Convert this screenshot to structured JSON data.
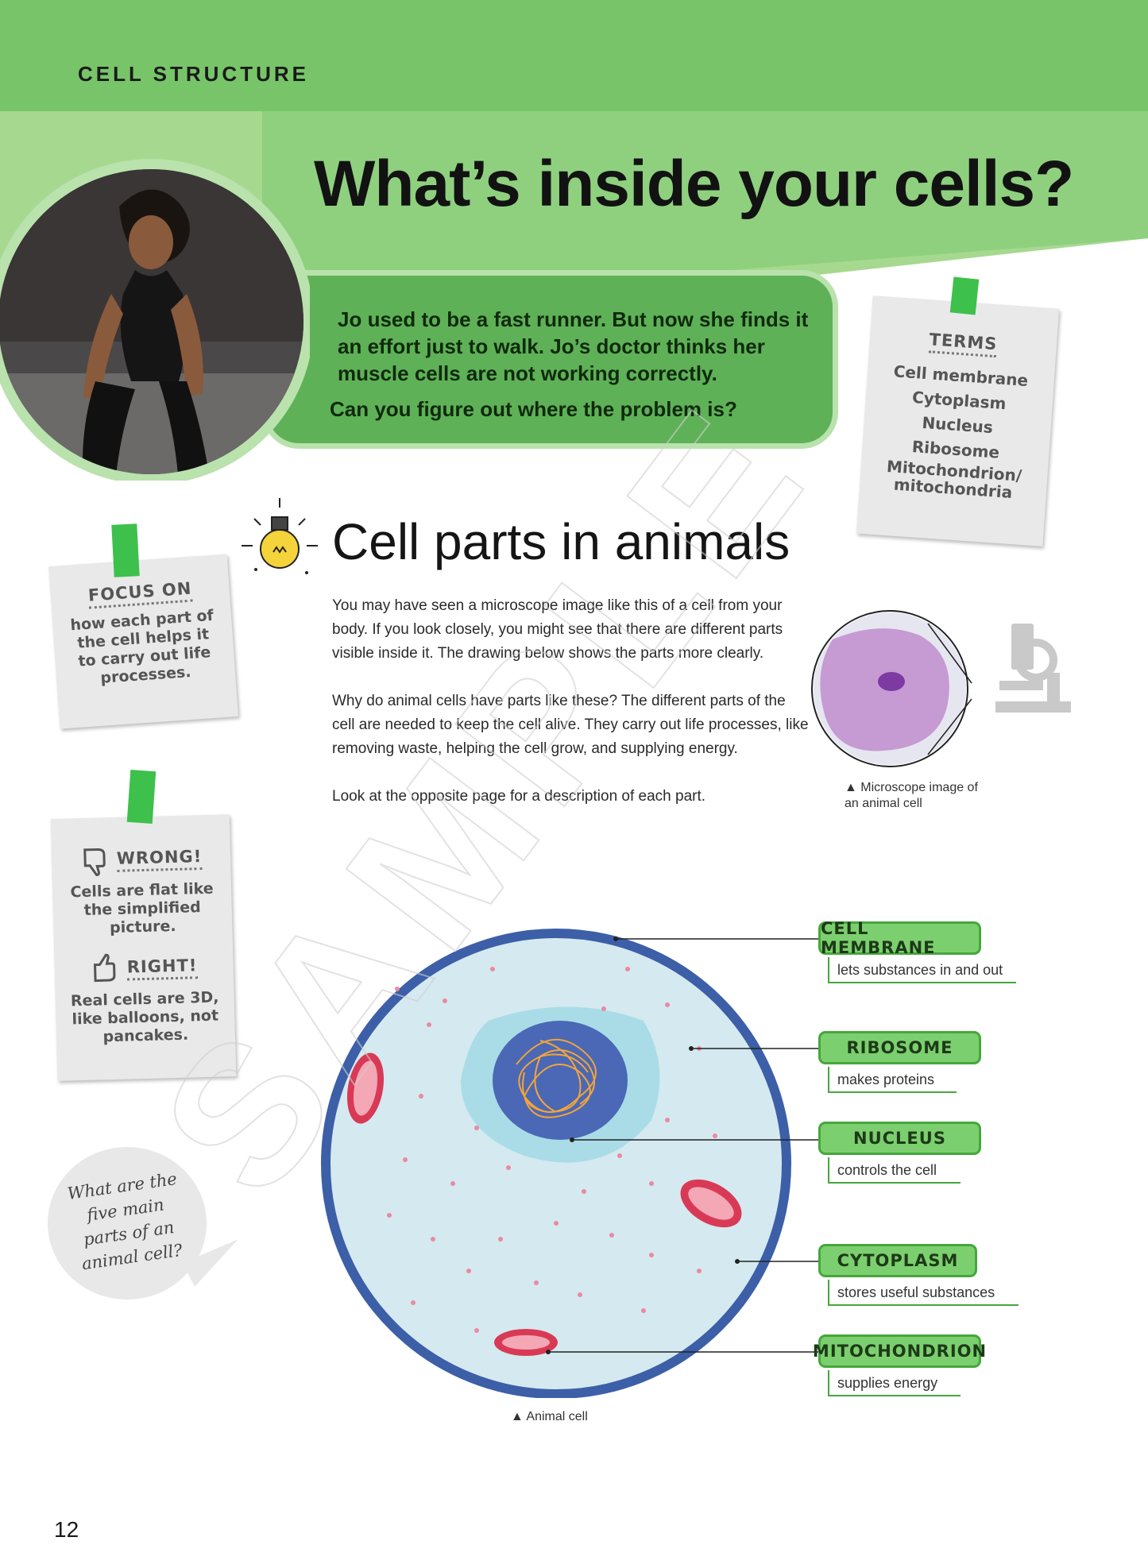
{
  "header": {
    "section_label": "CELL STRUCTURE",
    "title": "What’s inside your cells?"
  },
  "intro": {
    "text": "Jo used to be a fast runner. But now she finds it an effort just to walk. Jo’s doctor thinks her muscle cells are not working correctly.",
    "question": "Can you figure out where the problem is?"
  },
  "terms_note": {
    "title": "TERMS",
    "items": [
      "Cell membrane",
      "Cytoplasm",
      "Nucleus",
      "Ribosome",
      "Mitochondrion/ mitochondria"
    ]
  },
  "focus_note": {
    "title": "FOCUS ON",
    "text": "how each part of the cell helps it to carry out life processes."
  },
  "wrong_right_note": {
    "wrong_title": "WRONG!",
    "wrong_text": "Cells are flat like the simplified picture.",
    "right_title": "RIGHT!",
    "right_text": "Real cells are 3D, like balloons, not pancakes."
  },
  "section": {
    "title": "Cell parts in animals",
    "paragraphs": [
      "You may have seen a microscope image like this of a cell from your body. If you look closely, you might see that there are different parts visible inside it. The drawing below shows the parts more clearly.",
      "Why do animal cells have parts like these? The different parts of the cell are needed to keep the cell alive. They carry out life processes, like removing waste, helping the cell grow, and supplying energy.",
      "Look at the opposite page for a description of each part."
    ]
  },
  "microscope_caption": "▲ Microscope image of an animal cell",
  "cell_caption": "▲ Animal cell",
  "cell_labels": [
    {
      "name": "CELL MEMBRANE",
      "desc": "lets substances in and out"
    },
    {
      "name": "RIBOSOME",
      "desc": "makes proteins"
    },
    {
      "name": "NUCLEUS",
      "desc": "controls the cell"
    },
    {
      "name": "CYTOPLASM",
      "desc": "stores useful substances"
    },
    {
      "name": "MITOCHONDRION",
      "desc": "supplies energy"
    }
  ],
  "speech_bubble": "What are the five main parts of an animal cell?",
  "page_number": "12",
  "watermark": "SAMPLE",
  "colors": {
    "header_green": "#8fd07f",
    "intro_green": "#5fb157",
    "label_green": "#7ccf6e",
    "tape_green": "#3ec04c",
    "cell_blue": "#3c5fa8"
  }
}
